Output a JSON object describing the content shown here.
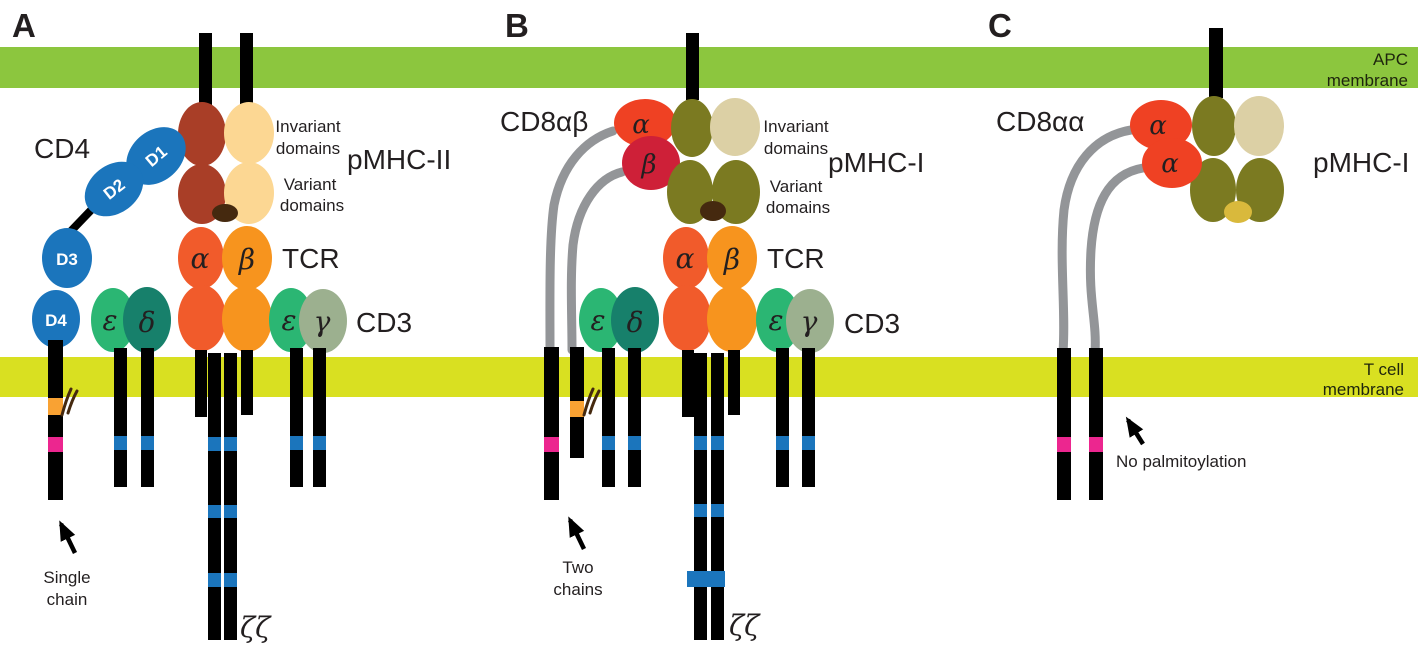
{
  "figure": {
    "membranes": {
      "apc_label_line1": "APC",
      "apc_label_line2": "membrane",
      "tcell_label_line1": "T cell",
      "tcell_label_line2": "membrane"
    },
    "panel_a": {
      "letter": "A",
      "coreceptor_label": "CD4",
      "domain_d1": "D1",
      "domain_d2": "D2",
      "domain_d3": "D3",
      "domain_d4": "D4",
      "mhc_label": "pMHC-II",
      "invariant_label_line1": "Invariant",
      "invariant_label_line2": "domains",
      "variant_label_line1": "Variant",
      "variant_label_line2": "domains",
      "tcr_label": "TCR",
      "tcr_alpha": "α",
      "tcr_beta": "β",
      "cd3_label": "CD3",
      "cd3_epsilon_left": "ε",
      "cd3_delta": "δ",
      "cd3_epsilon_right": "ε",
      "cd3_gamma": "γ",
      "zeta_label": "ζζ",
      "annotation_line1": "Single",
      "annotation_line2": "chain"
    },
    "panel_b": {
      "letter": "B",
      "coreceptor_label": "CD8αβ",
      "cd8_alpha": "α",
      "cd8_beta": "β",
      "mhc_label": "pMHC-I",
      "invariant_label_line1": "Invariant",
      "invariant_label_line2": "domains",
      "variant_label_line1": "Variant",
      "variant_label_line2": "domains",
      "tcr_label": "TCR",
      "tcr_alpha": "α",
      "tcr_beta": "β",
      "cd3_label": "CD3",
      "cd3_epsilon_left": "ε",
      "cd3_delta": "δ",
      "cd3_epsilon_right": "ε",
      "cd3_gamma": "γ",
      "zeta_label": "ζζ",
      "annotation_line1": "Two",
      "annotation_line2": "chains"
    },
    "panel_c": {
      "letter": "C",
      "coreceptor_label": "CD8αα",
      "cd8_alpha1": "α",
      "cd8_alpha2": "α",
      "mhc_label": "pMHC-I",
      "annotation": "No palmitoylation"
    },
    "colors": {
      "apc_membrane_green": "#8CC63E",
      "tcell_membrane_yellow": "#D9E021",
      "cd4_blue": "#1B75BC",
      "mhc2_alpha_chain_brick": "#A93E27",
      "mhc2_beta_chain_wheat": "#FCD793",
      "peptide_brown": "#45290F",
      "peptide_gold": "#D9B93C",
      "tcr_alpha_orange_red": "#F15B2B",
      "tcr_beta_orange": "#F7941E",
      "cd3_epsilon_green": "#2BB673",
      "cd3_delta_teal": "#17806B",
      "cd3_gamma_sage": "#9CB08F",
      "cd8_alpha_red": "#EF4123",
      "cd8_beta_crimson": "#CE2038",
      "mhc1_heavy_chain_olive": "#7B7A21",
      "mhc1_b2m_tan": "#DCD0A5",
      "stalk_gray": "#939598",
      "itam_band_blue": "#1B75BC",
      "basic_band_magenta": "#EC268F",
      "palmitoylation_band_orange": "#F9A233",
      "rod_black": "#000000"
    }
  }
}
